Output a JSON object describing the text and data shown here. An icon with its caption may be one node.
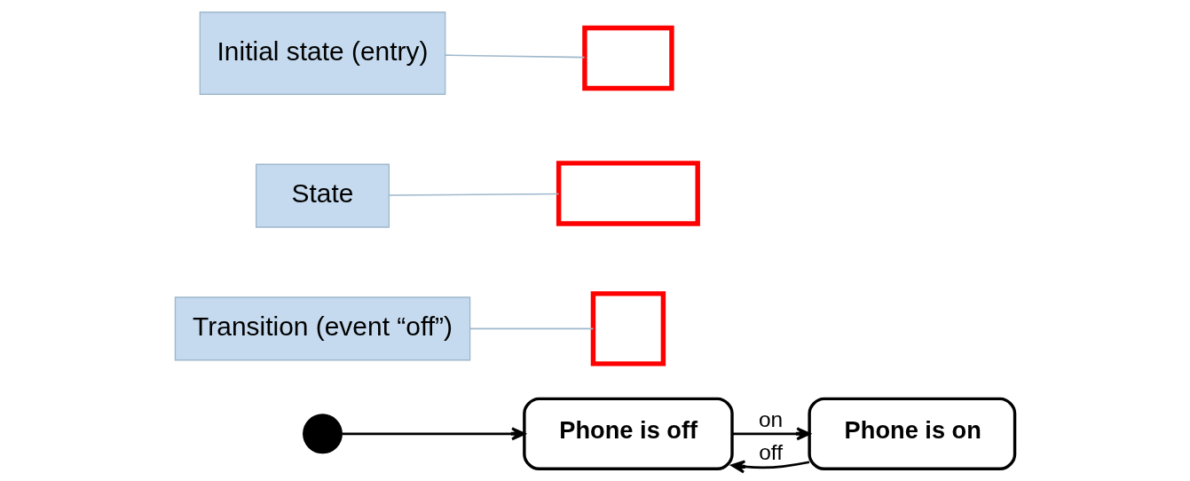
{
  "diagram": {
    "nodes": [
      {
        "text": [],
        "shape": "circle"
      },
      {
        "text": [
          "Phone is off"
        ]
      },
      {
        "text": [
          "Phone is on"
        ]
      },
      {
        "text": [],
        "shape": "box"
      },
      {
        "text": [],
        "shape": "box"
      },
      {
        "text": [],
        "shape": "box"
      },
      {
        "text": [
          "State"
        ]
      },
      {
        "text": [
          "Transition (event “off”)"
        ]
      },
      {
        "text": [
          "Initial state (entry)"
        ]
      }
    ],
    "edges": [
      {
        "from": 0,
        "to": 1,
        "arrow": "to"
      },
      {
        "from": 1,
        "to": 2,
        "arrow": "to",
        "label": "on"
      },
      {
        "from": 2,
        "to": 1,
        "arrow": "to",
        "label": "off"
      },
      {
        "from": 8,
        "to": 3,
        "arrow": "none",
        "color": "#9fb8cc"
      },
      {
        "from": 6,
        "to": 4,
        "arrow": "none",
        "color": "#9fb8cc"
      },
      {
        "from": 7,
        "to": 5,
        "arrow": "none",
        "color": "#9fb8cc"
      }
    ]
  }
}
